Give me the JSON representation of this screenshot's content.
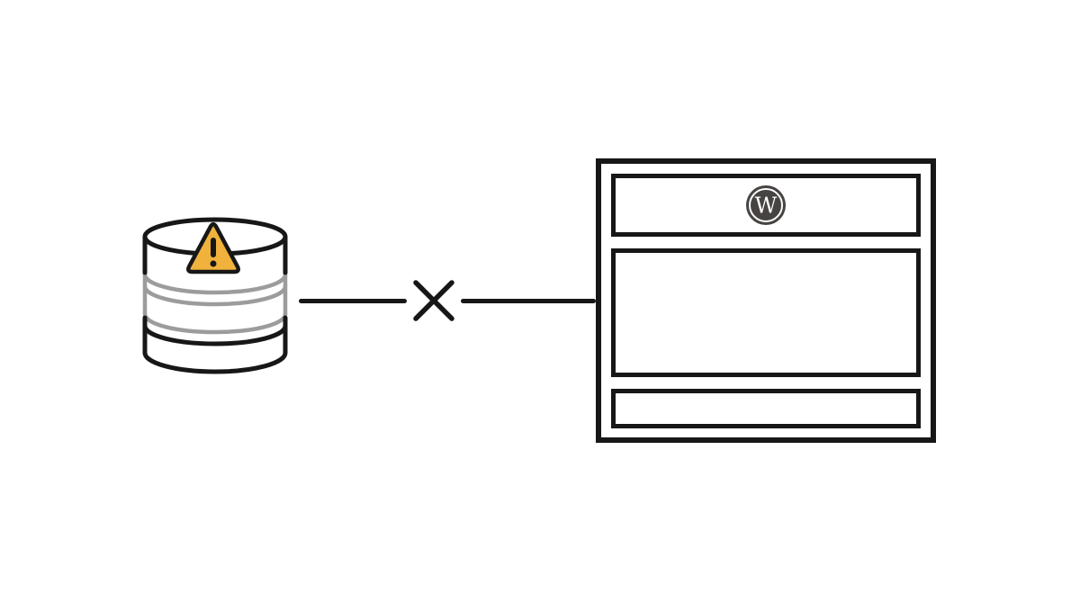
{
  "diagram": {
    "name": "wordpress-database-connection-error",
    "background_color": "#ffffff",
    "colors": {
      "outline_dark": "#171717",
      "outline_muted": "#9c9c9c",
      "warning_yellow": "#F0B23C",
      "wordpress_gray": "#464342",
      "surface_white": "#ffffff"
    },
    "database_node": {
      "icon": "database-cylinder-icon",
      "badge_icon": "warning-triangle-icon"
    },
    "connection": {
      "break_icon": "x-mark-icon",
      "segment_count": 2
    },
    "website_node": {
      "icon": "browser-window",
      "logo": {
        "icon": "wordpress-logo-icon",
        "letter": "W"
      },
      "sections": [
        "header-bar",
        "content-area",
        "footer-bar"
      ]
    }
  }
}
